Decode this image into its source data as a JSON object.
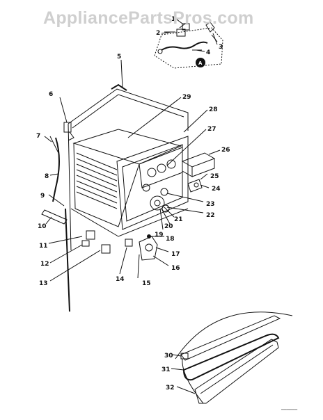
{
  "watermark": "AppliancePartsPros.com",
  "callouts": [
    "1",
    "2",
    "3",
    "4",
    "A",
    "5",
    "6",
    "7",
    "8",
    "9",
    "10",
    "11",
    "12",
    "13",
    "14",
    "15",
    "16",
    "17",
    "18",
    "19",
    "20",
    "21",
    "22",
    "23",
    "24",
    "25",
    "26",
    "27",
    "28",
    "29",
    "30",
    "31",
    "32"
  ],
  "colors": {
    "line": "#111111",
    "watermark": "#cfcfcf",
    "background": "#ffffff"
  }
}
